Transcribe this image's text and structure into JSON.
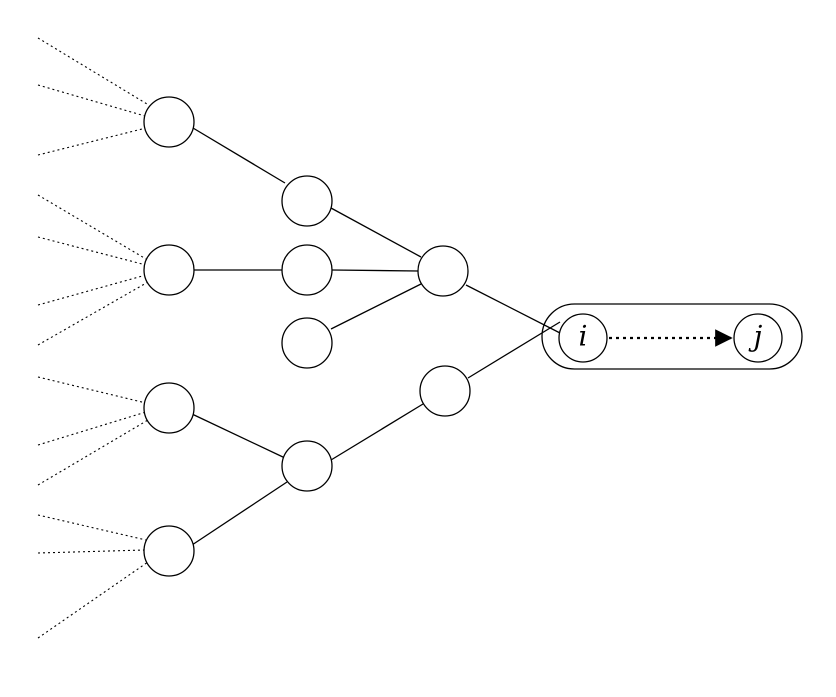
{
  "diagram": {
    "type": "tree-to-pair",
    "focus_nodes": [
      {
        "id": "i",
        "label": "i"
      },
      {
        "id": "j",
        "label": "j"
      }
    ],
    "focus_edge": {
      "from": "i",
      "to": "j",
      "style": "dotted-arrow"
    },
    "tree_edge_style": "solid",
    "leaf_edge_style": "dotted",
    "colors": {
      "stroke": "#000000",
      "fill": "#ffffff"
    }
  }
}
